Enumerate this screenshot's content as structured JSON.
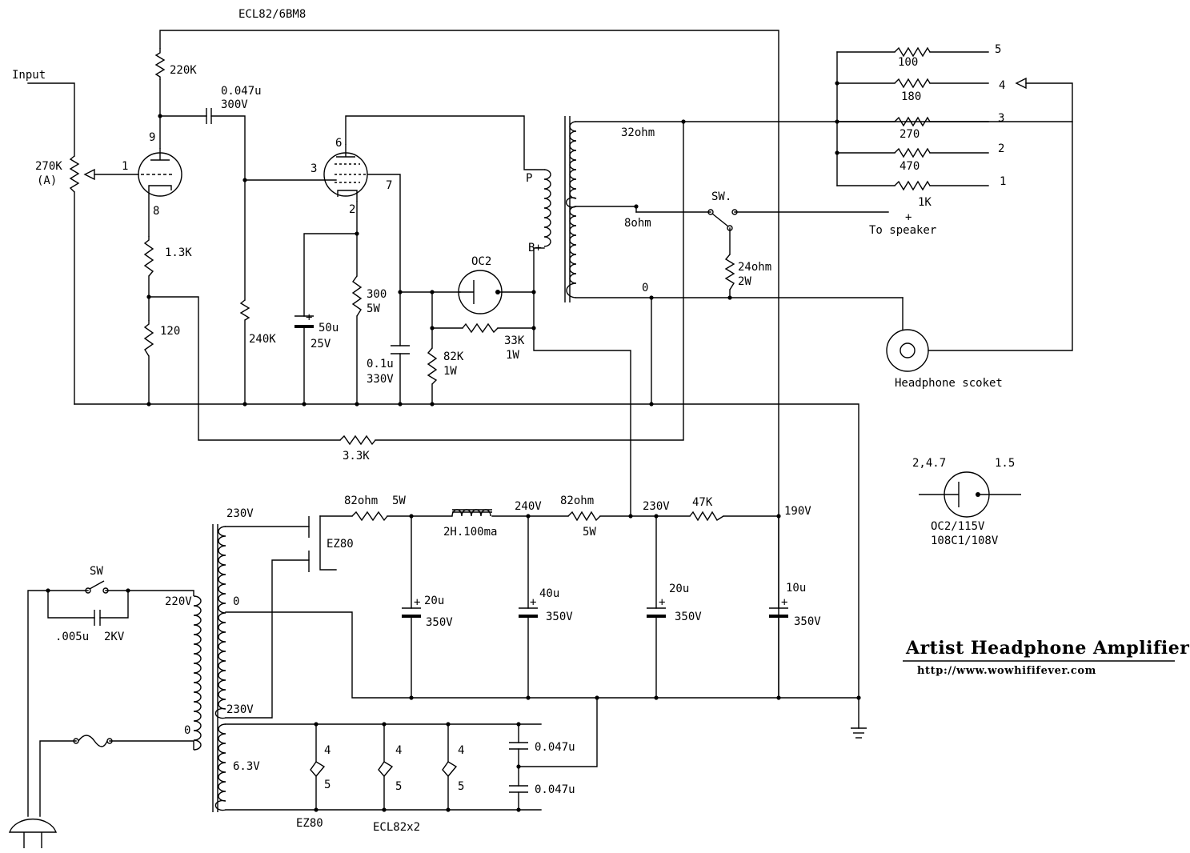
{
  "title": "Artist Headphone Amplifier",
  "url": "http://www.wowhififever.com",
  "labels": {
    "tube": "ECL82/6BM8",
    "input": "Input",
    "pot_value": "270K",
    "pot_taper": "(A)",
    "r_plate": "220K",
    "cap_coupling_value": "0.047u",
    "cap_coupling_voltage": "300V",
    "pin9": "9",
    "pin1": "1",
    "pin8": "8",
    "pin6": "6",
    "pin3": "3",
    "pin7": "7",
    "pin2": "2",
    "r_cathode1": "1.3K",
    "r_cathode2": "120",
    "r_grid": "240K",
    "cap_bypass_value": "50u",
    "cap_bypass_voltage": "25V",
    "r_cathode_pen_value": "300",
    "r_cathode_pen_power": "5W",
    "cap_g2_value": "0.1u",
    "cap_g2_voltage": "330V",
    "r_82k_value": "82K",
    "r_82k_power": "1W",
    "r_33k_value": "33K",
    "r_33k_power": "1W",
    "oc2": "OC2",
    "xfmr_p": "P",
    "xfmr_bplus": "B+",
    "tap_32": "32ohm",
    "tap_8": "8ohm",
    "tap_0": "0",
    "sw_out": "SW.",
    "to_speaker_plus": "+",
    "to_speaker": "To speaker",
    "r_24ohm": "24ohm",
    "r_24ohm_power": "2W",
    "headphone_socket": "Headphone scoket",
    "r_fb": "3.3K",
    "att_r1": "100",
    "att_r2": "180",
    "att_r3": "270",
    "att_r4": "470",
    "att_r5": "1K",
    "att_p5": "5",
    "att_p4": "4",
    "att_p3": "3",
    "att_p2": "2",
    "att_p1": "1",
    "oc2_pins_left": "2,4.7",
    "oc2_pins_right": "1.5",
    "oc2_equiv1": "OC2/115V",
    "oc2_equiv2": "108C1/108V",
    "ps_230v_top": "230V",
    "ps_230v_bottom": "230V",
    "ps_0_sec": "0",
    "ps_220v": "220V",
    "ps_0_pri": "0",
    "ps_63v": "6.3V",
    "ps_sw": "SW",
    "ps_cap_value": ".005u",
    "ps_cap_voltage": "2KV",
    "ez80": "EZ80",
    "r_82ohm_a": "82ohm",
    "r_82ohm_a_power": "5W",
    "choke": "2H.100ma",
    "node_240v": "240V",
    "r_82ohm_b": "82ohm",
    "r_82ohm_b_power": "5W",
    "node_230v": "230V",
    "r_47k": "47K",
    "node_190v": "190V",
    "c1_value": "20u",
    "c1_voltage": "350V",
    "c2_value": "40u",
    "c2_voltage": "350V",
    "c3_value": "20u",
    "c3_voltage": "350V",
    "c4_value": "10u",
    "c4_voltage": "350V",
    "heater_pin4": "4",
    "heater_pin5": "5",
    "heater_ez80": "EZ80",
    "heater_ecl82": "ECL82x2",
    "heater_cap1": "0.047u",
    "heater_cap2": "0.047u"
  }
}
